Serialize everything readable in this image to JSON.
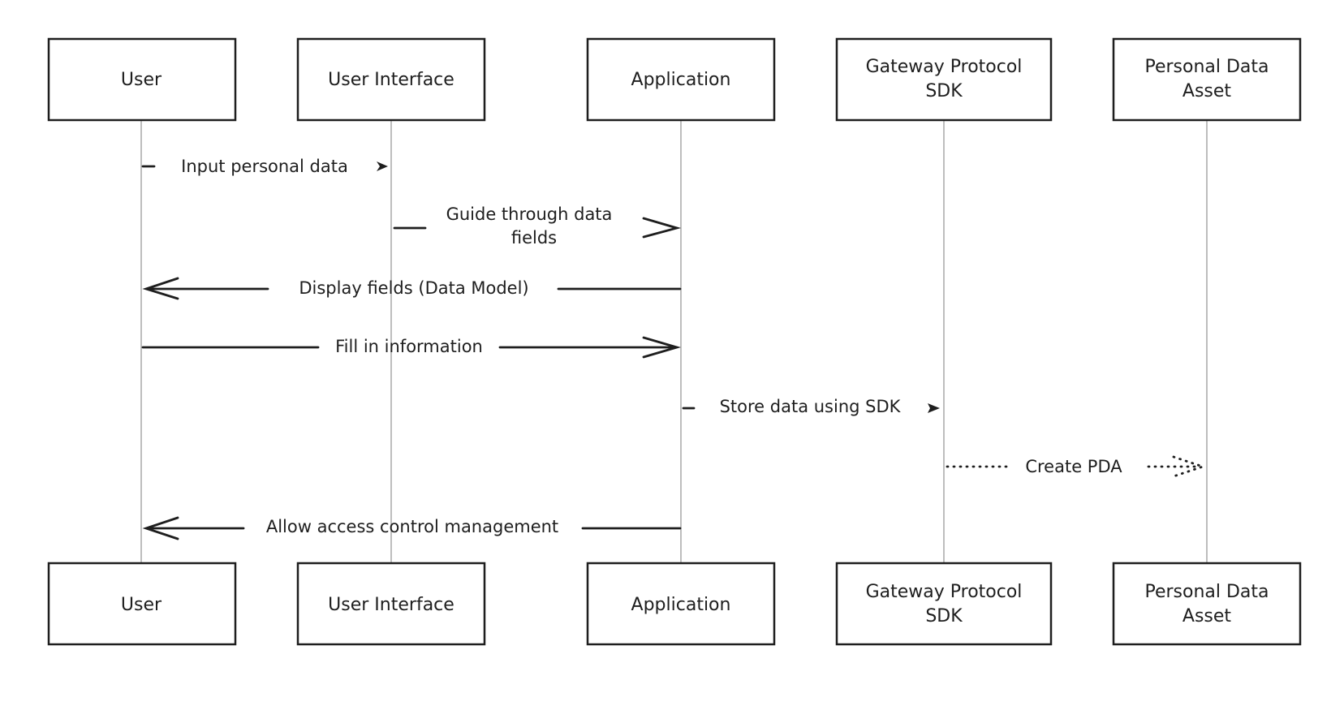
{
  "participants": [
    {
      "id": "user",
      "lines": [
        "User"
      ]
    },
    {
      "id": "ui",
      "lines": [
        "User Interface"
      ]
    },
    {
      "id": "app",
      "lines": [
        "Application"
      ]
    },
    {
      "id": "gateway",
      "lines": [
        "Gateway Protocol",
        "SDK"
      ]
    },
    {
      "id": "pda",
      "lines": [
        "Personal Data",
        "Asset"
      ]
    }
  ],
  "messages": [
    {
      "id": "input",
      "lines": [
        "Input personal data"
      ]
    },
    {
      "id": "guide",
      "lines": [
        "Guide through data",
        "fields"
      ]
    },
    {
      "id": "display",
      "lines": [
        "Display fields (Data Model)"
      ]
    },
    {
      "id": "fill",
      "lines": [
        "Fill in information"
      ]
    },
    {
      "id": "store",
      "lines": [
        "Store data using SDK"
      ]
    },
    {
      "id": "create",
      "lines": [
        "Create PDA"
      ]
    },
    {
      "id": "allow",
      "lines": [
        "Allow access control management"
      ]
    }
  ]
}
